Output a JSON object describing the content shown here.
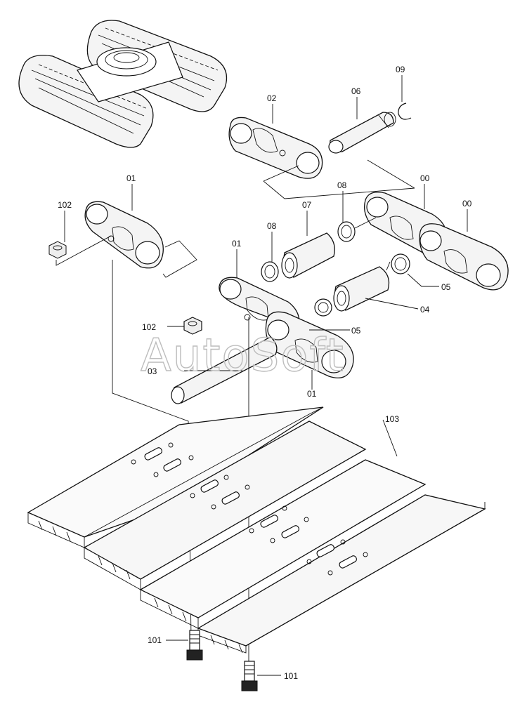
{
  "watermark": "AutoSoft",
  "callouts": [
    {
      "id": "label-09",
      "text": "09"
    },
    {
      "id": "label-06",
      "text": "06"
    },
    {
      "id": "label-02",
      "text": "02"
    },
    {
      "id": "label-01-top",
      "text": "01"
    },
    {
      "id": "label-102-top",
      "text": "102"
    },
    {
      "id": "label-08-right",
      "text": "08"
    },
    {
      "id": "label-00-a",
      "text": "00"
    },
    {
      "id": "label-00-b",
      "text": "00"
    },
    {
      "id": "label-07",
      "text": "07"
    },
    {
      "id": "label-08-left",
      "text": "08"
    },
    {
      "id": "label-01-mid",
      "text": "01"
    },
    {
      "id": "label-05-right",
      "text": "05"
    },
    {
      "id": "label-04",
      "text": "04"
    },
    {
      "id": "label-102-mid",
      "text": "102"
    },
    {
      "id": "label-05-mid",
      "text": "05"
    },
    {
      "id": "label-03",
      "text": "03"
    },
    {
      "id": "label-01-bottom",
      "text": "01"
    },
    {
      "id": "label-103",
      "text": "103"
    },
    {
      "id": "label-101-left",
      "text": "101"
    },
    {
      "id": "label-101-right",
      "text": "101"
    }
  ]
}
